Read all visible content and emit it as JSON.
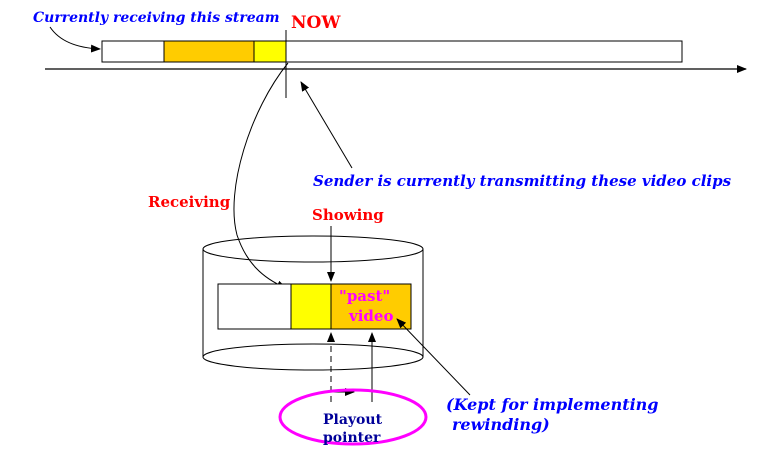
{
  "labels": {
    "currently_receiving": "Currently receiving this stream",
    "now": "NOW",
    "sender_transmitting": "Sender is currently transmitting these video clips",
    "receiving": "Receiving",
    "showing": "Showing",
    "past_video_line1": "\"past\"",
    "past_video_line2": "video",
    "playout_line1": "Playout",
    "playout_line2": "pointer",
    "kept_line1": "(Kept for implementing",
    "kept_line2": "rewinding)"
  },
  "colors": {
    "received_segment": "#ffcc00",
    "sending_segment": "#ffff00",
    "buffer_showing": "#ffff00",
    "buffer_past": "#ffcc00",
    "blue_text": "#0000ff",
    "red_text": "#ff0000",
    "magenta": "#ff00ff",
    "navy_text": "#000099"
  }
}
